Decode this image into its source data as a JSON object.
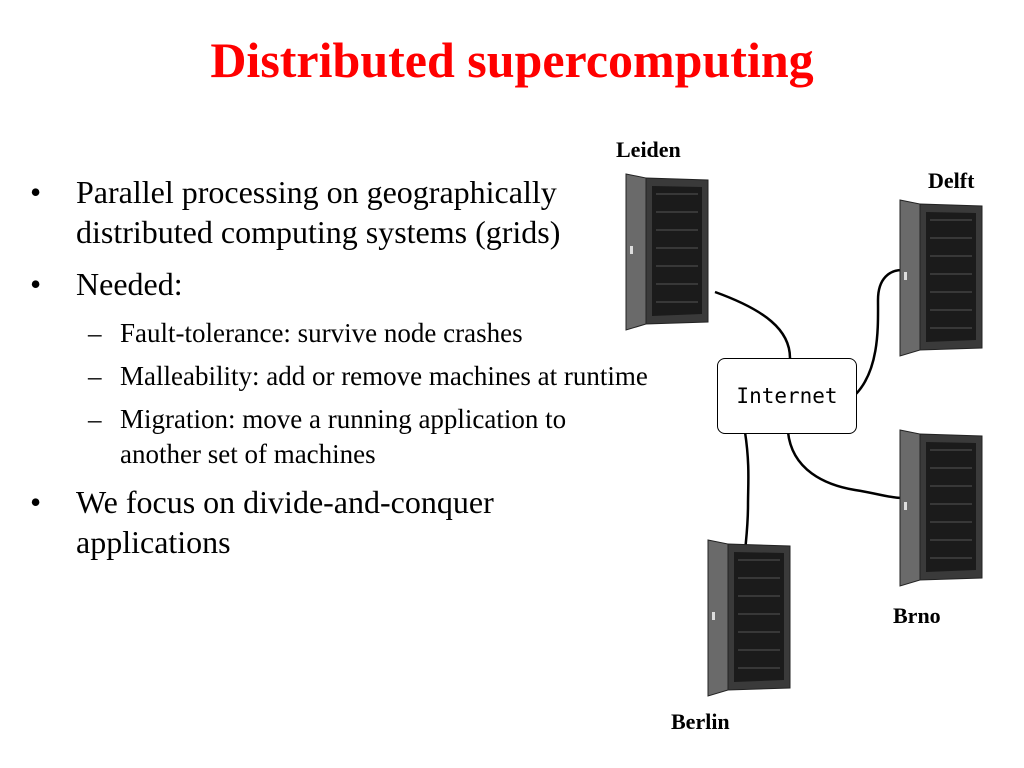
{
  "slide": {
    "title": "Distributed supercomputing",
    "bullets": [
      {
        "text": "Parallel processing on geographically distributed computing systems (grids)"
      },
      {
        "text": "Needed:"
      },
      {
        "text": "We focus on divide-and-conquer applications"
      }
    ],
    "sub_bullets": [
      {
        "text": "Fault-tolerance: survive node crashes"
      },
      {
        "text": "Malleability: add or remove machines at runtime"
      },
      {
        "text": "Migration: move a running application to another set of machines"
      }
    ],
    "bullet_marker": "•",
    "sub_bullet_marker": "–"
  },
  "diagram": {
    "hub_label": "Internet",
    "sites": {
      "leiden": "Leiden",
      "delft": "Delft",
      "brno": "Brno",
      "berlin": "Berlin"
    }
  },
  "colors": {
    "title": "#ff0000",
    "rack_body": "#3a3a3a",
    "rack_door": "#6a6a6a"
  }
}
